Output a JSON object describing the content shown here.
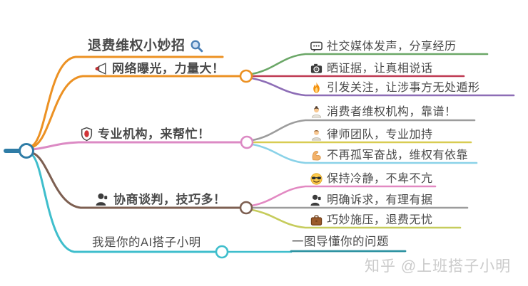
{
  "mindmap": {
    "branches": [
      {
        "label": "退费维权小妙招",
        "icon": "magnifying-glass-icon",
        "children": []
      },
      {
        "label": "网络曝光，力量大！",
        "icon": "megaphone-icon",
        "children": [
          {
            "label": "社交媒体发声，分享经历",
            "icon": "speech-bubble-icon"
          },
          {
            "label": "晒证据，让真相说话",
            "icon": "camera-icon"
          },
          {
            "label": "引发关注，让涉事方无处遁形",
            "icon": "fire-icon"
          }
        ]
      },
      {
        "label": "专业机构，来帮忙！",
        "icon": "shield-icon",
        "children": [
          {
            "label": "消费者维权机构，靠谱！",
            "icon": "woman-icon"
          },
          {
            "label": "律师团队，专业加持",
            "icon": "man-icon"
          },
          {
            "label": "不再孤军奋战，维权有依靠",
            "icon": "flexed-biceps-icon"
          }
        ]
      },
      {
        "label": "协商谈判，技巧多！",
        "icon": "speaking-head-icon",
        "children": [
          {
            "label": "保持冷静，不卑不亢",
            "icon": "sunglasses-smiley-icon"
          },
          {
            "label": "明确诉求，有理有据",
            "icon": "speaking-head-icon"
          },
          {
            "label": "巧妙施压，退费无忧",
            "icon": "briefcase-icon"
          }
        ]
      },
      {
        "label": "我是你的AI搭子小明",
        "icon": "",
        "children": [
          {
            "label": "一图导懂你的问题",
            "icon": ""
          }
        ]
      }
    ]
  },
  "watermark": "知乎 @上班搭子小明",
  "colors": {
    "root_blue": "#2E7CA6",
    "orange": "#EC9123",
    "pink": "#DC8AC4",
    "brown": "#7D5F51",
    "cyan": "#3FBECC",
    "green": "#6BA767",
    "crimson": "#BF3A52",
    "purple": "#8D6DB6",
    "gray": "#9C9C9C",
    "yellow": "#D8CC52",
    "light_blue": "#8AD2E8",
    "pink_light": "#E289C2",
    "yellow_green": "#C6CC5C",
    "teal_dark": "#2E93A2",
    "text": "#4A4A4A",
    "watermark_gray": "#CBCBCB"
  }
}
